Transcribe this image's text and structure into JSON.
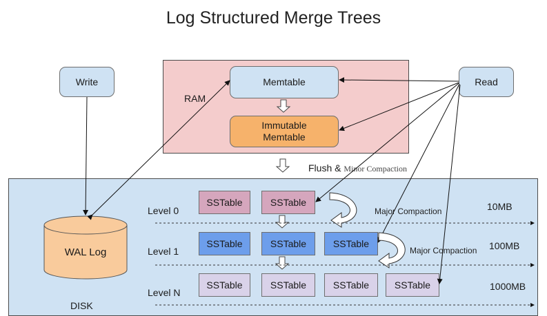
{
  "title": "Log Structured Merge Trees",
  "regions": {
    "ram_label": "RAM",
    "disk_label": "DISK"
  },
  "nodes": {
    "write": "Write",
    "read": "Read",
    "memtable": "Memtable",
    "immutable_memtable": "Immutable\nMemtable",
    "wal_log": "WAL Log"
  },
  "flush": {
    "main": "Flush &",
    "sub": "Minor Compaction"
  },
  "levels": [
    {
      "label": "Level 0",
      "size": "10MB",
      "tables": [
        "SSTable",
        "SSTable"
      ],
      "compaction": "Major Compaction"
    },
    {
      "label": "Level 1",
      "size": "100MB",
      "tables": [
        "SSTable",
        "SSTable",
        "SSTable"
      ],
      "compaction": "Major Compaction"
    },
    {
      "label": "Level N",
      "size": "1000MB",
      "tables": [
        "SSTable",
        "SSTable",
        "SSTable",
        "SSTable"
      ]
    }
  ],
  "colors": {
    "ram": "#f4cccc",
    "disk": "#cfe2f3",
    "node": "#cfe2f3",
    "immutable": "#f6b26b",
    "wal": "#f9cb9c",
    "level0": "#d5a6bd",
    "level1": "#6d9eeb",
    "levelN": "#d9d2e9"
  }
}
